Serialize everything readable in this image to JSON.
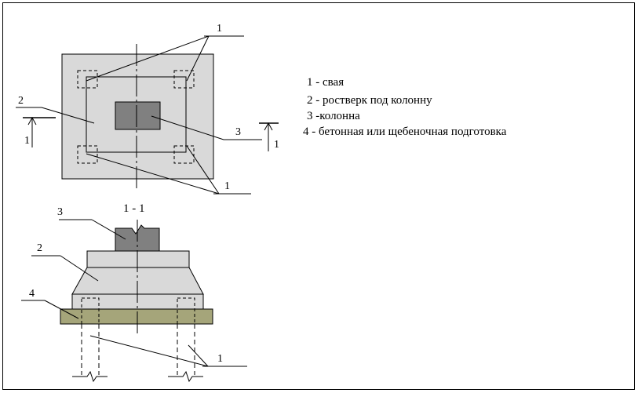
{
  "legend": {
    "item1": "1 - свая",
    "item2": "2 - ростверк под колонну",
    "item3": "3 -колонна",
    "item4": "4 - бетонная или щебеночная подготовка"
  },
  "plan": {
    "label_pile_top": "1",
    "label_grillage": "2",
    "label_column": "3",
    "label_pile_bottom": "1",
    "section_mark_left": "1",
    "section_mark_right": "1"
  },
  "section": {
    "title": "1 - 1",
    "label_column": "3",
    "label_grillage": "2",
    "label_bedding": "4",
    "label_pile": "1"
  },
  "colors": {
    "grillage": "#d9d9d9",
    "column": "#808080",
    "bedding": "#a5a57a",
    "stroke": "#000000"
  }
}
